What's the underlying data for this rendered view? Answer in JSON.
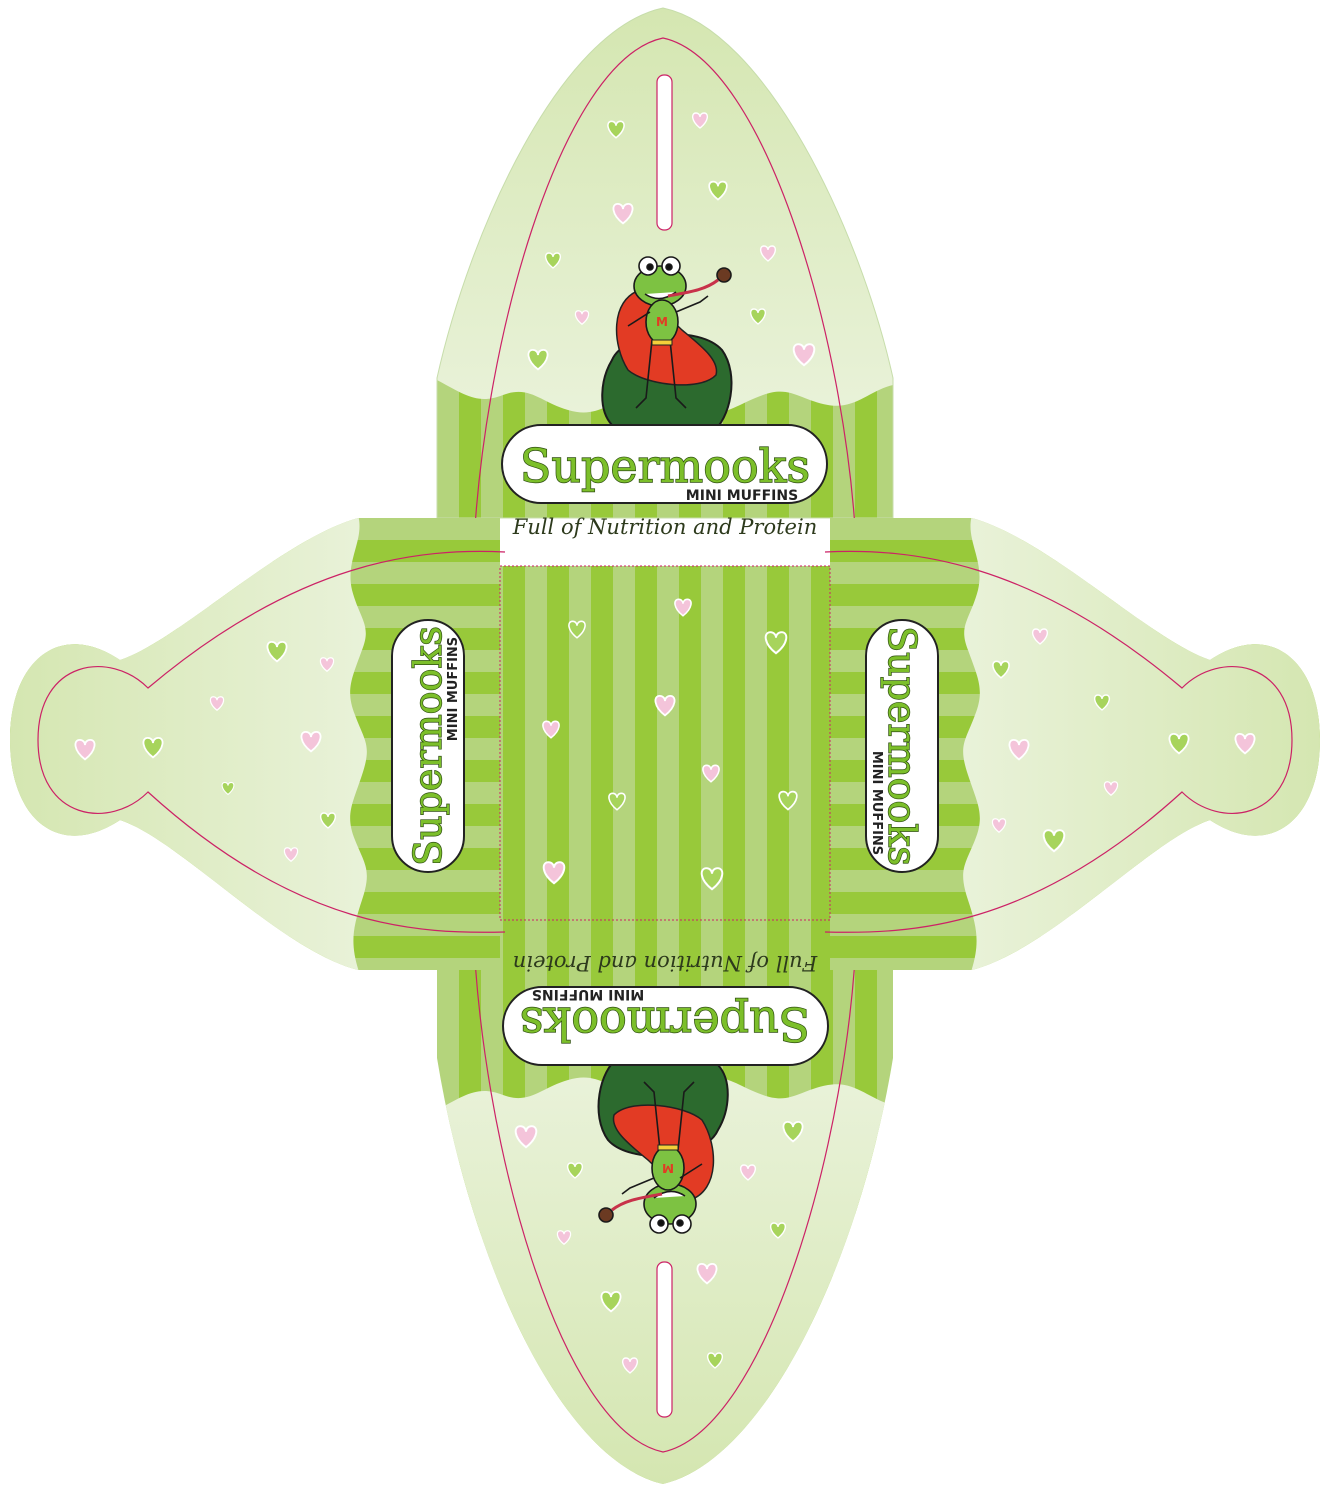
{
  "box": {
    "brand_name": "Supermooks",
    "product_line": "MINI MUFFINS",
    "tagline": "Full of Nutrition and Protein",
    "mascot": "frog-superhero-with-cape",
    "mascot_emblem": "M"
  },
  "colors": {
    "pale_green": "#e4efcf",
    "light_green": "#cfe3a6",
    "stripe_light": "#b3d37b",
    "stripe_dark": "#98c93a",
    "cut_line": "#cc2266",
    "heart_pink": "#f7c6dc",
    "heart_green": "#a6d35a",
    "label_text": "#7cbf2a"
  }
}
